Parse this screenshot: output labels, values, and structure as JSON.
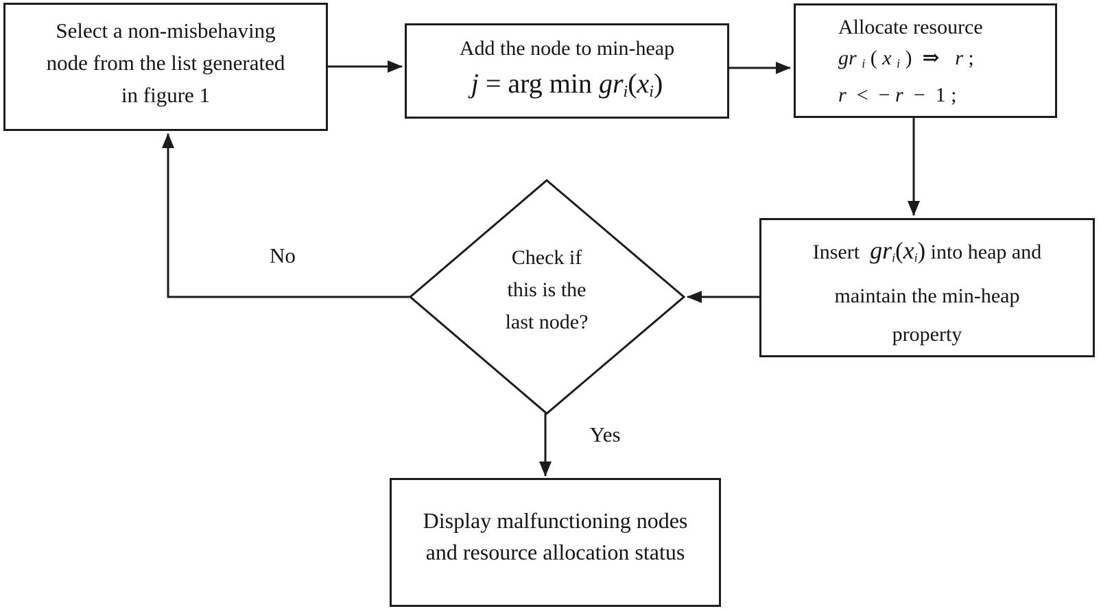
{
  "diagram": {
    "type": "flowchart",
    "colors": {
      "stroke": "#1c1c1c",
      "text": "#151515",
      "background": "#ffffff"
    },
    "nodes": {
      "select": {
        "shape": "rect",
        "lines": [
          [
            {
              "t": "Select a non-misbehaving",
              "s": "r"
            }
          ],
          [
            {
              "t": "node from the list generated",
              "s": "r"
            }
          ],
          [
            {
              "t": "in figure 1",
              "s": "r"
            }
          ]
        ]
      },
      "add_heap": {
        "shape": "rect",
        "lines": [
          [
            {
              "t": "Add the node to min-heap",
              "s": "r"
            }
          ],
          [
            {
              "t": "j",
              "s": "i"
            },
            {
              "t": " = arg min ",
              "s": "r"
            },
            {
              "t": "gr",
              "s": "i"
            },
            {
              "t": "i",
              "s": "isub"
            },
            {
              "t": "(",
              "s": "r"
            },
            {
              "t": "x",
              "s": "i"
            },
            {
              "t": "i",
              "s": "isub"
            },
            {
              "t": ")",
              "s": "r"
            }
          ]
        ]
      },
      "allocate": {
        "shape": "rect",
        "lines": [
          [
            {
              "t": "Allocate resource",
              "s": "r"
            }
          ],
          [
            {
              "t": "gr ",
              "s": "i"
            },
            {
              "t": "i",
              "s": "isub"
            },
            {
              "t": " ( ",
              "s": "r"
            },
            {
              "t": "x ",
              "s": "i"
            },
            {
              "t": "i",
              "s": "isub"
            },
            {
              "t": " )  ",
              "s": "r"
            },
            {
              "t": "⇒",
              "s": "b"
            },
            {
              "t": "   ",
              "s": "r"
            },
            {
              "t": "r",
              "s": "i"
            },
            {
              "t": " ;",
              "s": "r"
            }
          ],
          [
            {
              "t": "r",
              "s": "i"
            },
            {
              "t": "  <  − ",
              "s": "r"
            },
            {
              "t": "r",
              "s": "i"
            },
            {
              "t": "  −  1 ;",
              "s": "r"
            }
          ]
        ]
      },
      "insert": {
        "shape": "rect",
        "lines": [
          [
            {
              "t": "Insert  ",
              "s": "r"
            },
            {
              "t": "gr",
              "s": "if"
            },
            {
              "t": "i",
              "s": "isub"
            },
            {
              "t": "(",
              "s": "rf"
            },
            {
              "t": "x",
              "s": "if"
            },
            {
              "t": "i",
              "s": "isub"
            },
            {
              "t": ")",
              "s": "rf"
            },
            {
              "t": " into heap and",
              "s": "r"
            }
          ],
          [
            {
              "t": "maintain the min-heap",
              "s": "r"
            }
          ],
          [
            {
              "t": "property",
              "s": "r"
            }
          ]
        ]
      },
      "check": {
        "shape": "diamond",
        "lines": [
          [
            {
              "t": "Check if",
              "s": "r"
            }
          ],
          [
            {
              "t": "this is the",
              "s": "r"
            }
          ],
          [
            {
              "t": "last node?",
              "s": "r"
            }
          ]
        ]
      },
      "display": {
        "shape": "rect",
        "lines": [
          [
            {
              "t": "Display malfunctioning nodes",
              "s": "r"
            }
          ],
          [
            {
              "t": "and resource allocation status",
              "s": "r"
            }
          ]
        ]
      }
    },
    "edges": [
      {
        "from": "select",
        "to": "add_heap",
        "label": ""
      },
      {
        "from": "add_heap",
        "to": "allocate",
        "label": ""
      },
      {
        "from": "allocate",
        "to": "insert",
        "label": ""
      },
      {
        "from": "insert",
        "to": "check",
        "label": ""
      },
      {
        "from": "check",
        "to": "select",
        "label": "No"
      },
      {
        "from": "check",
        "to": "display",
        "label": "Yes"
      }
    ],
    "edge_labels": {
      "no": "No",
      "yes": "Yes"
    }
  }
}
